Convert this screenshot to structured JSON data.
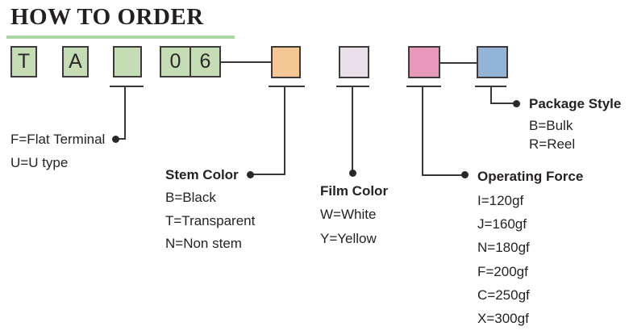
{
  "title": "HOW TO ORDER",
  "code_boxes": {
    "b1": "T",
    "b2": "A",
    "b3": "",
    "b4": "0",
    "b5": "6"
  },
  "sections": {
    "terminal": {
      "line1": "F=Flat Terminal",
      "line2": "U=U type"
    },
    "stem_color": {
      "heading": "Stem Color",
      "items": [
        "B=Black",
        "T=Transparent",
        "N=Non stem"
      ]
    },
    "film_color": {
      "heading": "Film Color",
      "items": [
        "W=White",
        "Y=Yellow"
      ]
    },
    "operating_force": {
      "heading": "Operating Force",
      "items": [
        "I=120gf",
        "J=160gf",
        "N=180gf",
        "F=200gf",
        "C=250gf",
        "X=300gf"
      ]
    },
    "package_style": {
      "heading": "Package Style",
      "items": [
        "B=Bulk",
        "R=Reel"
      ]
    }
  },
  "colors": {
    "underline_green": "#abd5a3",
    "box_green": "#c5ddb5",
    "box_orange": "#f4c795",
    "box_film": "#eae0e9",
    "box_pink": "#e899ba",
    "box_blue": "#92b4d6",
    "line": "#3b3637",
    "text": "#231f20"
  }
}
